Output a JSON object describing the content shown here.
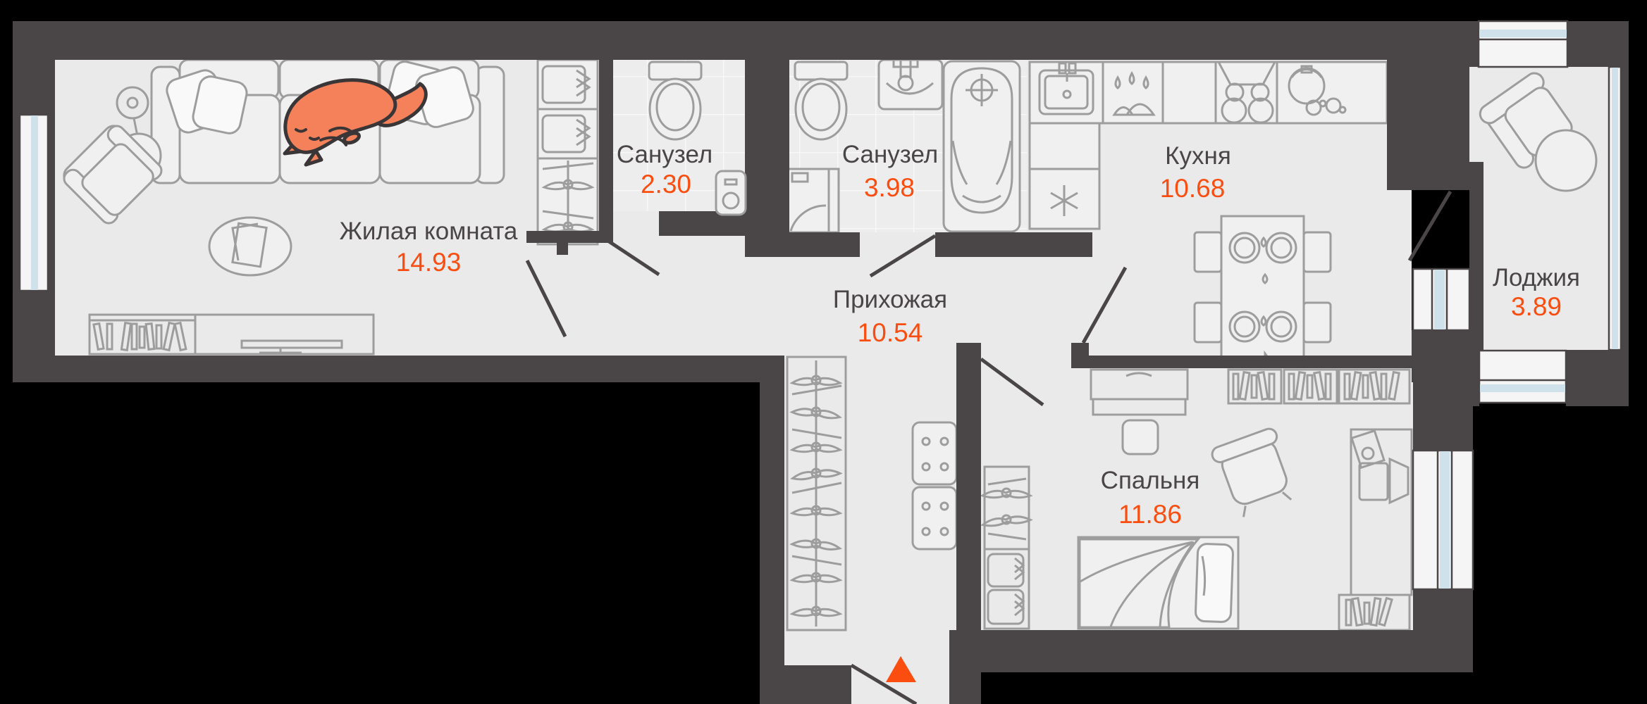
{
  "plan": {
    "type": "apartment-floor-plan",
    "colors": {
      "background": "#000000",
      "wall": "#4a4547",
      "floor": "#eaeaea",
      "tile": "#ededed",
      "tile_line": "#f8f8f8",
      "furniture_stroke": "#9d9d9d",
      "furniture_fill": "#f0f0f0",
      "accent": "#fb4d10",
      "glass": "#cfe2eb",
      "window_frame": "#f5f5f5",
      "cat": "#f5815b",
      "cat_outline": "#3a3536",
      "text": "#4a4547",
      "pillow": "#f9f9f9"
    },
    "rooms": [
      {
        "id": "living-room",
        "name": "Жилая комната",
        "area": "14.93"
      },
      {
        "id": "bathroom-1",
        "name": "Санузел",
        "area": "2.30"
      },
      {
        "id": "bathroom-2",
        "name": "Санузел",
        "area": "3.98"
      },
      {
        "id": "kitchen",
        "name": "Кухня",
        "area": "10.68"
      },
      {
        "id": "hallway",
        "name": "Прихожая",
        "area": "10.54"
      },
      {
        "id": "bedroom",
        "name": "Спальня",
        "area": "11.86"
      },
      {
        "id": "loggia",
        "name": "Лоджия",
        "area": "3.89"
      }
    ]
  }
}
